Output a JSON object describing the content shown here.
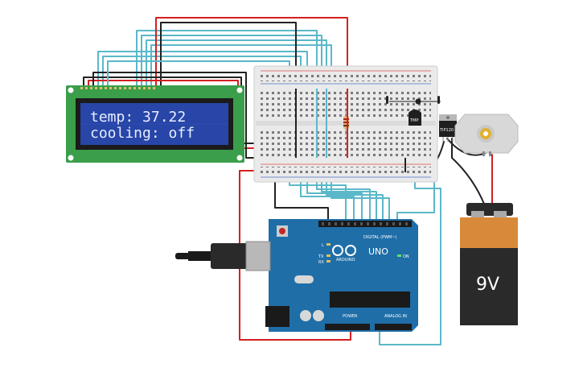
{
  "lcd": {
    "line1": "temp: 37.22",
    "line2": "cooling: off"
  },
  "breadboard": {
    "sensor_label": "TMP",
    "transistor_label": "TIP120"
  },
  "arduino": {
    "model": "UNO",
    "brand": "ARDUINO",
    "digital_label": "DIGITAL (PWM~)",
    "power_label": "POWER",
    "analog_label": "ANALOG IN",
    "on_label": "ON",
    "led_l": "L",
    "led_tx": "TX",
    "led_rx": "RX"
  },
  "battery": {
    "label": "9V"
  },
  "colors": {
    "wire_teal": "#5ab8c8",
    "wire_black": "#222222",
    "wire_red": "#d42020",
    "pcb_green": "#3a9e4a",
    "arduino_blue": "#1f6ea8",
    "lcd_blue": "#2846a8",
    "battery_orange": "#d9893a"
  }
}
